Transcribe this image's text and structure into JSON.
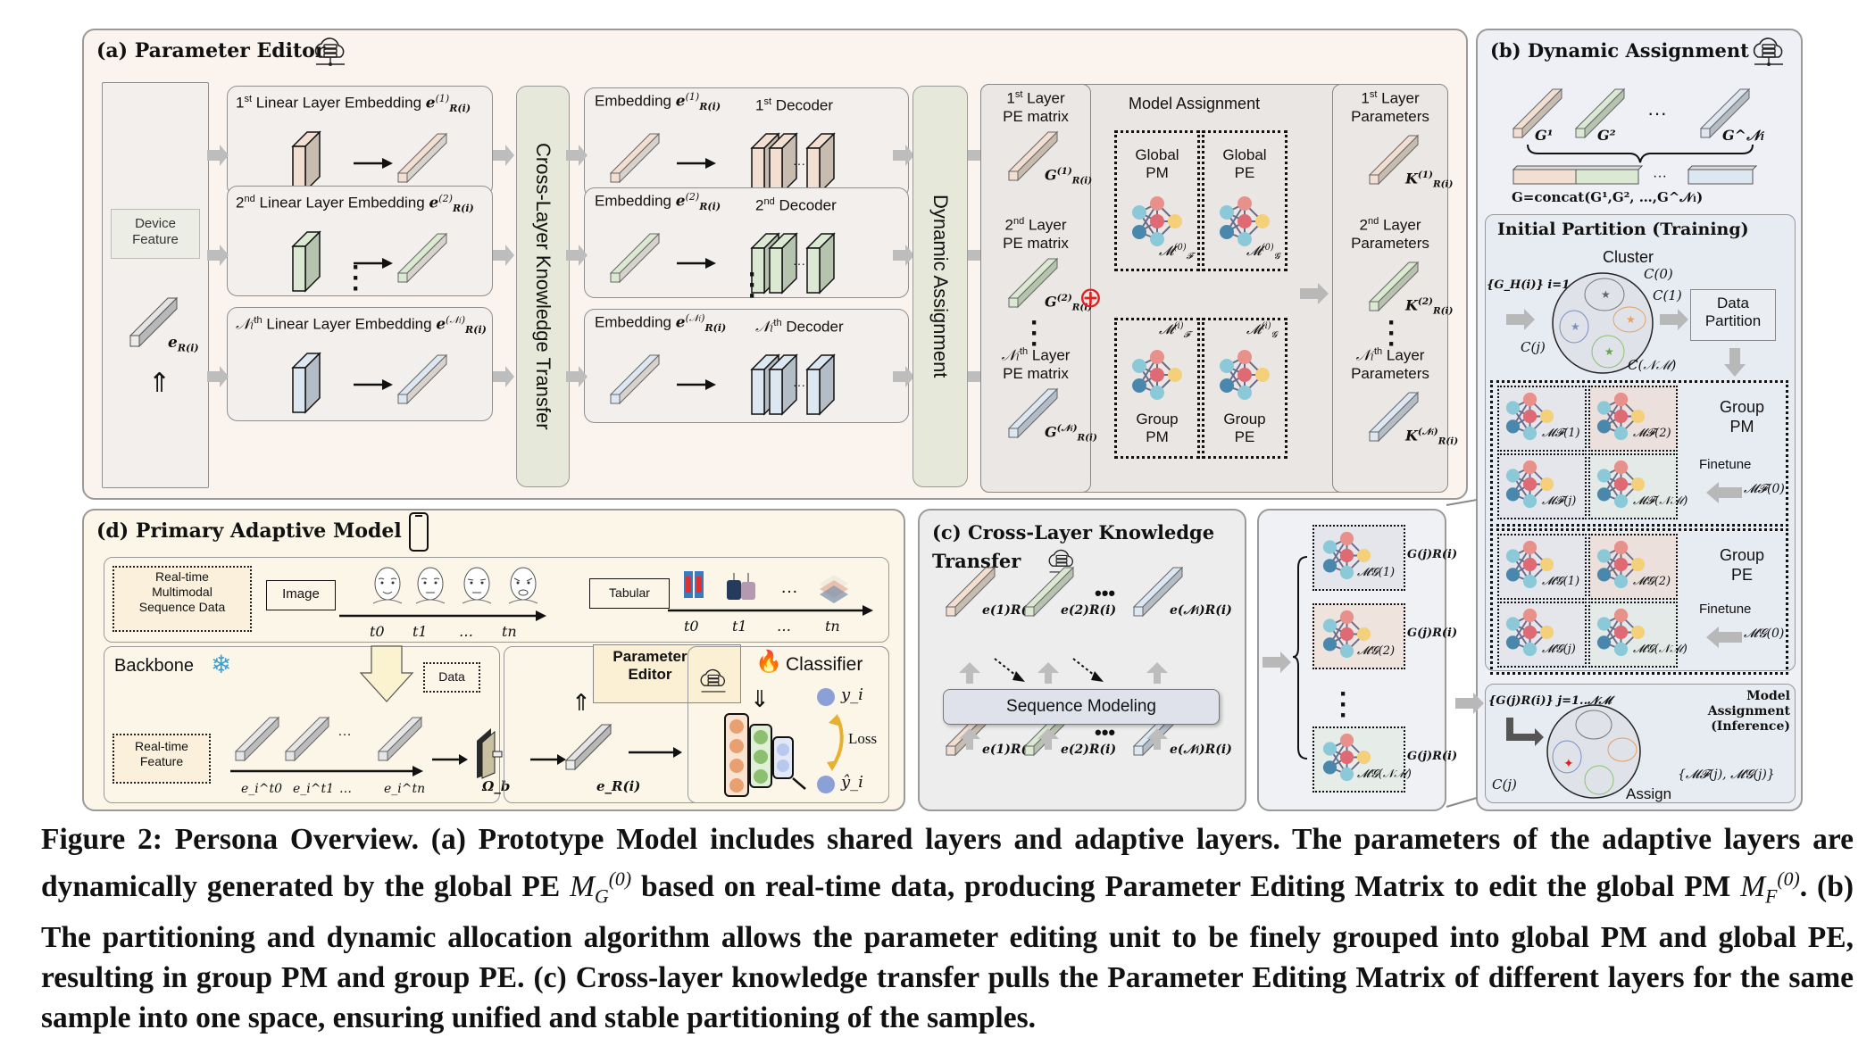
{
  "panel_a": {
    "title": "(a) Parameter Editor",
    "device_feature": "Device\nFeature",
    "input_embedding": "e",
    "input_embedding_sub": "R(i)",
    "up_arrow": "⇑",
    "linear_layers": [
      {
        "label": "1st Linear Layer  Embedding",
        "ord": "1",
        "sup": "st",
        "emb_sup": "(1)",
        "color": "#f2dfd2",
        "dark": "#c8bcb0"
      },
      {
        "label": "2nd Linear Layer  Embedding",
        "ord": "2",
        "sup": "nd",
        "emb_sup": "(2)",
        "color": "#dbe9d3",
        "dark": "#b6c3ae"
      },
      {
        "label": "Nl th Linear Layer Embedding",
        "ord": "𝒩ₗ",
        "sup": "th",
        "emb_sup": "(𝒩ₗ)",
        "color": "#dce7f2",
        "dark": "#b4bcc6"
      }
    ],
    "linear_label_text": "Linear Layer",
    "embedding_label": "Embedding",
    "cross_layer_bar": "Cross-Layer Knowledge Transfer",
    "decoders": [
      {
        "embedding_label": "Embedding",
        "emb_sup": "(1)",
        "decoder_ord": "1",
        "decoder_sup": "st",
        "decoder_label": "Decoder"
      },
      {
        "embedding_label": "Embedding",
        "emb_sup": "(2)",
        "decoder_ord": "2",
        "decoder_sup": "nd",
        "decoder_label": "Decoder"
      },
      {
        "embedding_label": "Embedding",
        "emb_sup": "(𝒩ₗ)",
        "decoder_ord": "𝒩ₗ",
        "decoder_sup": "th",
        "decoder_label": "Decoder"
      }
    ],
    "dynamic_assignment_bar": "Dynamic Assignment",
    "pe_matrices": [
      {
        "ord": "1",
        "sup": "st",
        "line1": "Layer",
        "line2": "PE matrix",
        "sym": "G",
        "sym_sup": "(1)"
      },
      {
        "ord": "2",
        "sup": "nd",
        "line1": "Layer",
        "line2": "PE matrix",
        "sym": "G",
        "sym_sup": "(2)"
      },
      {
        "ord": "𝒩ₗ",
        "sup": "th",
        "line1": "Layer",
        "line2": "PE matrix",
        "sym": "G",
        "sym_sup": "(𝒩ₗ)"
      }
    ],
    "oplus": "⊕",
    "model_assignment": {
      "title": "Model Assignment",
      "global_pm": "Global\nPM",
      "global_pe": "Global\nPE",
      "group_pm": "Group\nPM",
      "group_pe": "Group\nPE",
      "global_pm_sym": "𝓜",
      "global_pm_sub": "𝓕",
      "global_pm_sup": "(0)",
      "global_pe_sub": "𝓖",
      "global_pe_sup": "(0)",
      "group_pm_sup": "(i)",
      "group_pe_sup": "(i)"
    },
    "layer_params": [
      {
        "ord": "1",
        "sup": "st",
        "line1": "Layer",
        "line2": "Parameters",
        "sym": "K",
        "sym_sup": "(1)"
      },
      {
        "ord": "2",
        "sup": "nd",
        "line1": "Layer",
        "line2": "Parameters",
        "sym": "K",
        "sym_sup": "(2)"
      },
      {
        "ord": "𝒩ₗ",
        "sup": "th",
        "line1": "Layer",
        "line2": "Parameters",
        "sym": "K",
        "sym_sup": "(𝒩ₗ)"
      }
    ],
    "sub_R": "R(i)"
  },
  "panel_b": {
    "title": "(b) Dynamic Assignment",
    "g_labels": [
      "G¹",
      "G²",
      "G^𝒩ₗ"
    ],
    "ellipsis": "···",
    "concat_formula": "G=concat(G¹,G², …,G^𝒩ₗ)",
    "initial_partition": {
      "title": "Initial Partition (Training)",
      "cluster_label": "Cluster",
      "input_set": "{G_H(i)} i=1..𝒩_H",
      "c0": "C(0)",
      "c1": "C(1)",
      "cj": "C(j)",
      "cnm": "C(𝒩ℳ)",
      "data_partition": "Data\nPartition",
      "group_pm_label": "Group\nPM",
      "finetune_label": "Finetune",
      "pm_models": [
        "𝓜𝓕(1)",
        "𝓜𝓕(2)",
        "𝓜𝓕(j)",
        "𝓜𝓕(𝒩ℳ)"
      ],
      "pm_source": "𝓜𝓕(0)",
      "group_pe_label": "Group\nPE",
      "pe_models": [
        "𝓜𝓖(1)",
        "𝓜𝓖(2)",
        "𝓜𝓖(j)",
        "𝓜𝓖(𝒩ℳ)"
      ],
      "pe_source": "𝓜𝓖(0)"
    },
    "model_assignment_inference": {
      "title": "Model\nAssignment\n(Inference)",
      "input_set": "{G(j)R(i)} j=1..𝒩ℳ",
      "cj": "C(j)",
      "assign_label": "Assign",
      "output_set": "{𝓜𝓕(j), 𝓜𝓖(j)}"
    }
  },
  "cluster_models_panel": {
    "items": [
      {
        "model": "𝓜𝓖(1)",
        "g": "G(j)R(i)"
      },
      {
        "model": "𝓜𝓖(2)",
        "g": "G(j)R(i)"
      },
      {
        "model": "𝓜𝓖(𝒩ℳ)",
        "g": "G(j)R(i)"
      }
    ]
  },
  "panel_c": {
    "title_line1": "(c) Cross-Layer Knowledge",
    "title_line2": "Transfer",
    "sequence_modeling": "Sequence Modeling",
    "embeddings": [
      "e(1)R(i)",
      "e(2)R(i)",
      "e(𝒩ₗ)R(i)"
    ],
    "ellipsis": "•••"
  },
  "panel_d": {
    "title": "(d) Primary Adaptive Model",
    "realtime_multimodal": "Real-time\nMultimodal\nSequence  Data",
    "image_label": "Image",
    "tabular_label": "Tabular",
    "time_ticks": [
      "t0",
      "t1",
      "…",
      "tn"
    ],
    "backbone_label": "Backbone",
    "data_label": "Data",
    "realtime_feature": "Real-time\nFeature",
    "feature_ticks": [
      "e_i^t0",
      "e_i^t1",
      "…",
      "e_i^tn"
    ],
    "backbone_symbol": "Ω_b",
    "output_embedding": "e_R(i)",
    "parameter_editor": "Parameter\nEditor",
    "classifier_label": "Classifier",
    "y_label": "y_i",
    "y_hat_label": "ŷ_i",
    "loss_label": "Loss"
  },
  "caption": {
    "text": "Figure 2: Persona Overview. (a) Prototype Model includes shared layers and adaptive layers. The parameters of the adaptive layers are dynamically generated by the global PE M_G^(0) based on real-time data, producing Parameter Editing Matrix to edit the global PM M_F^(0). (b) The partitioning and dynamic allocation algorithm allows the parameter editing unit to be finely grouped into global PM and global PE, resulting in group PM and group PE. (c) Cross-layer knowledge transfer pulls the Parameter Editing Matrix of different layers for the same sample into one space, ensuring unified and stable partitioning of the samples.",
    "part1": "Figure 2: Persona Overview. (a) Prototype Model includes shared layers and adaptive layers. The parameters of the adaptive layers are dynamically generated by the global PE ",
    "m_g": "M",
    "m_g_sub": "G",
    "m_g_sup": "(0)",
    "part2": " based on real-time data, producing Parameter Editing Matrix to edit the global PM ",
    "m_f": "M",
    "m_f_sub": "F",
    "m_f_sup": "(0)",
    "part3": ". (b) The partitioning and dynamic allocation algorithm allows the parameter editing unit to be finely grouped into global PM and global PE, resulting in group PM and group PE. (c) Cross-layer knowledge transfer pulls the Parameter Editing Matrix of different layers for the same sample into one space, ensuring unified and stable partitioning of the samples."
  },
  "colors": {
    "panel_a_bg": "#faf3ee",
    "panel_b_bg": "#eceef4",
    "panel_c_bg": "#ededed",
    "panel_d_bg": "#fcf6e8",
    "bar_green": "#e6e9d9",
    "layer1": "#f2dfd2",
    "layer2": "#dbe9d3",
    "layerN": "#dce7f2",
    "node_blue": "#8cc9d8",
    "node_darkblue": "#4a87ad",
    "node_red": "#e06a74",
    "node_pink": "#e8908a",
    "node_yellow": "#f5d07a",
    "oplus_red": "#e02020"
  }
}
